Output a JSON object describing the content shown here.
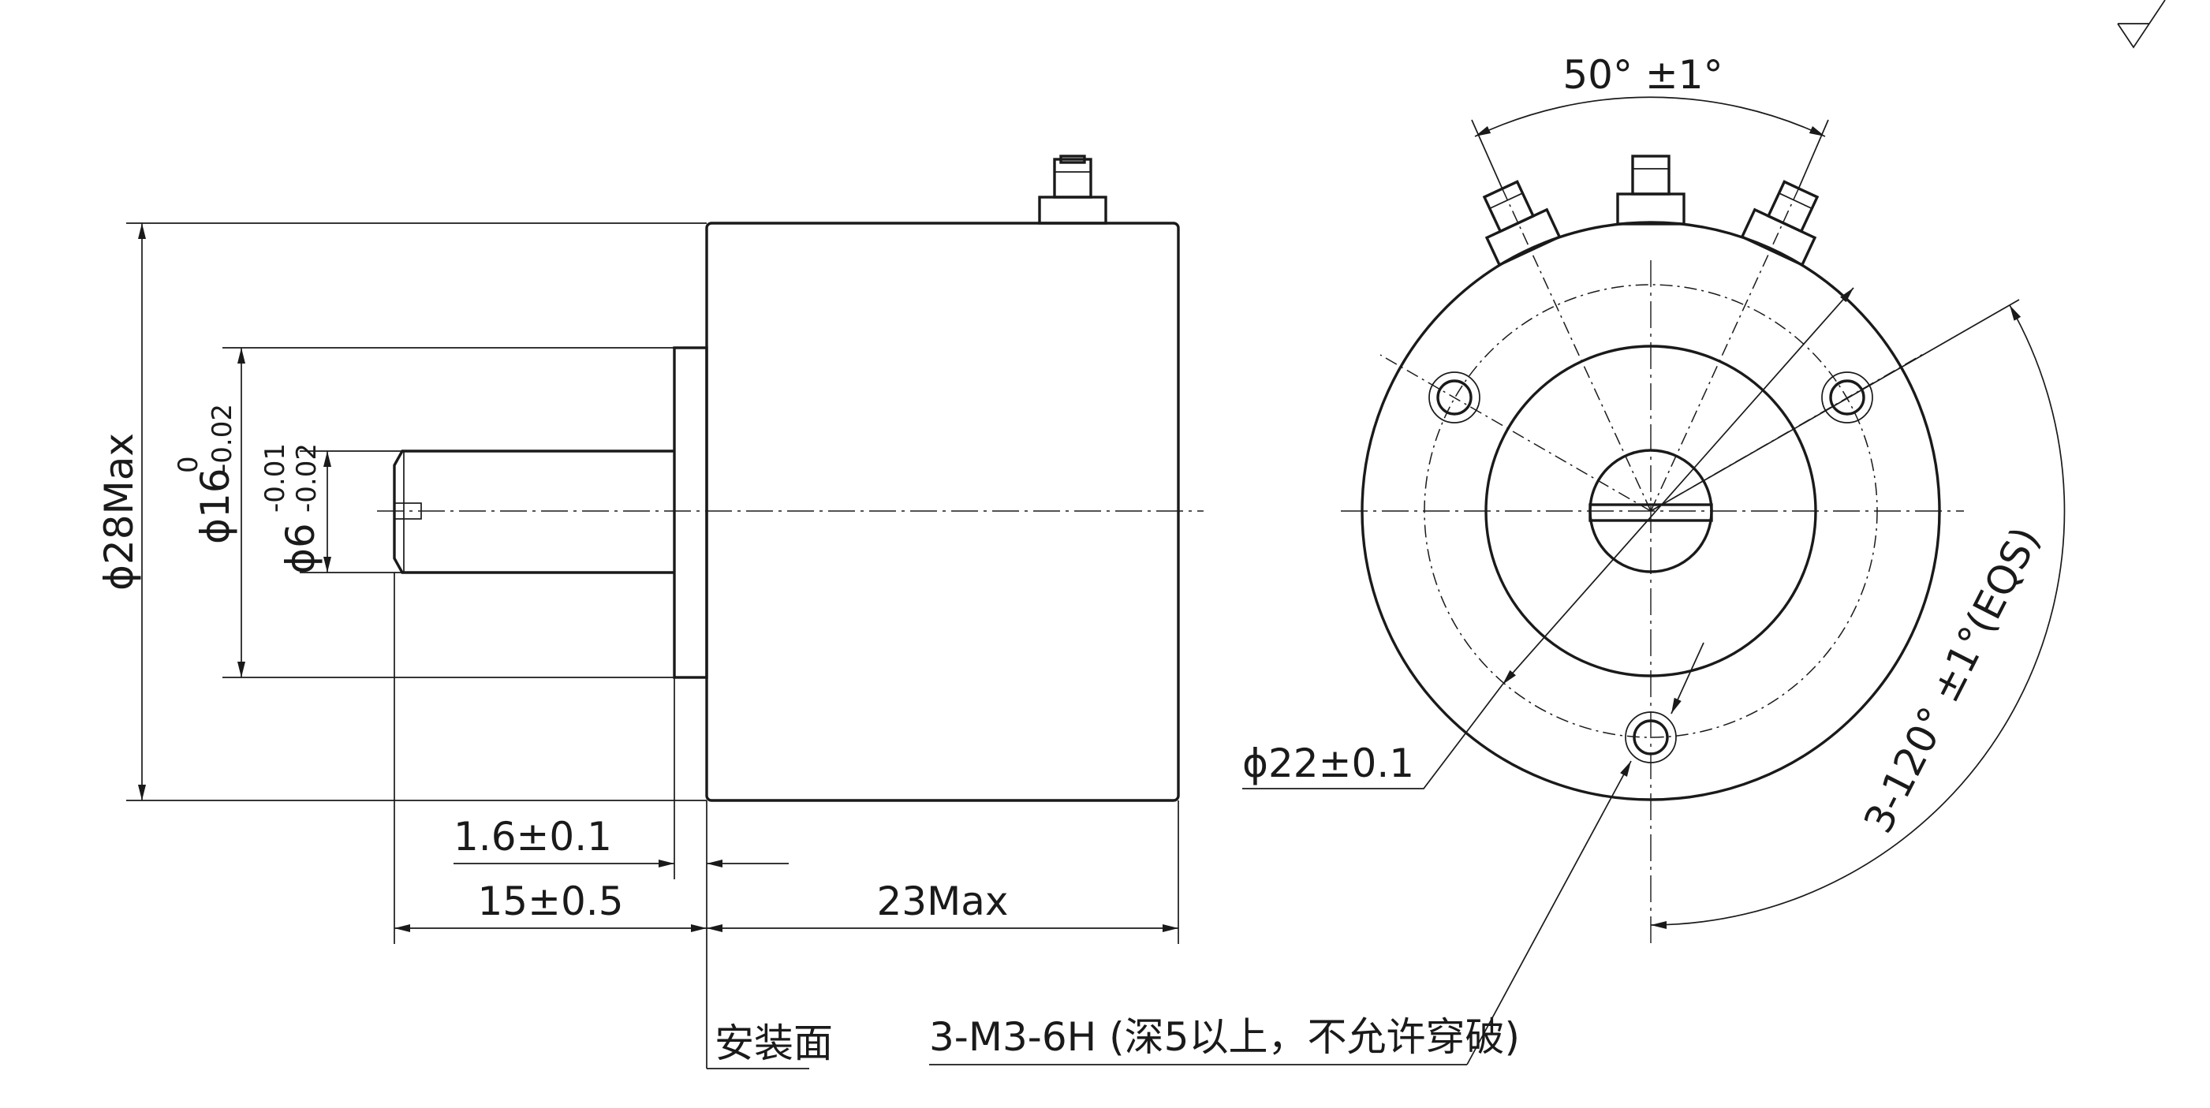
{
  "dimensions": {
    "body_diameter": "ϕ28Max",
    "flange_diameter": "ϕ16",
    "flange_tol_upper": "0",
    "flange_tol_lower": "-0.02",
    "shaft_diameter": "ϕ6",
    "shaft_tol_upper": "-0.01",
    "shaft_tol_lower": "-0.02",
    "flange_thickness": "1.6±0.1",
    "shaft_length": "15±0.5",
    "body_length": "23Max",
    "terminal_angle": "50° ±1°",
    "hole_pattern_angle": "3-120° ±1°(EQS)",
    "bolt_circle": "ϕ22±0.1"
  },
  "notes": {
    "mounting_face": "安装面",
    "thread_spec": "3-M3-6H (深5以上，不允许穿破)"
  },
  "symbols": {
    "surface_finish": "surface-finish-symbol"
  }
}
